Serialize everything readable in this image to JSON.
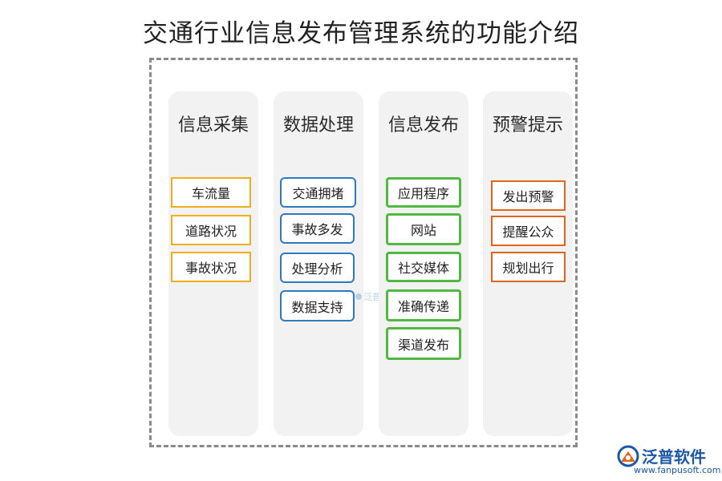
{
  "title": "交通行业信息发布管理系统的功能介绍",
  "columns": [
    {
      "title": "信息采集",
      "items": [
        "车流量",
        "道路状况",
        "事故状况"
      ]
    },
    {
      "title": "数据处理",
      "items": [
        "交通拥堵",
        "事故多发",
        "处理分析",
        "数据支持"
      ]
    },
    {
      "title": "信息发布",
      "items": [
        "应用程序",
        "网站",
        "社交媒体",
        "准确传递",
        "渠道发布"
      ]
    },
    {
      "title": "预警提示",
      "items": [
        "发出预警",
        "提醒公众",
        "规划出行"
      ]
    }
  ],
  "colors": {
    "collect": "#f0ad1c",
    "process": "#2f78c4",
    "publish": "#52b842",
    "warn": "#e0651e",
    "column_bg": "#f2f2f2",
    "frame": "#8a8a8a",
    "logo": "#1d58a8"
  },
  "watermark": "泛普软件",
  "logo": {
    "name": "泛普软件",
    "url": "www.fanpusoft.com"
  }
}
